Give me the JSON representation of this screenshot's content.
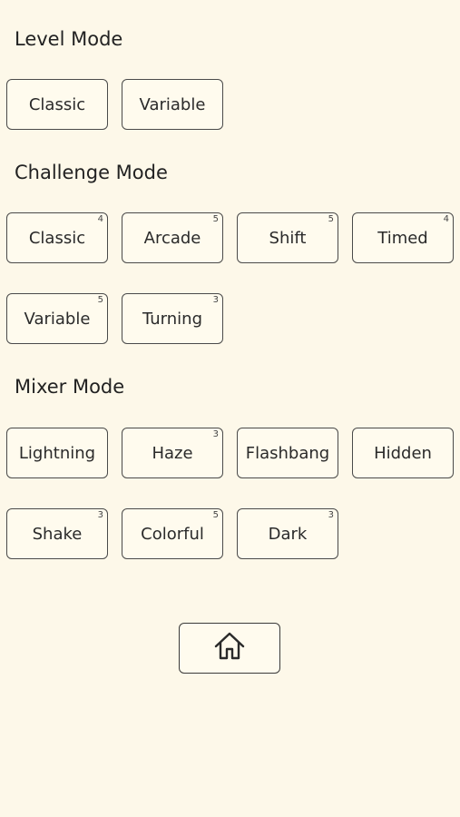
{
  "level_mode": {
    "title": "Level Mode",
    "buttons": [
      {
        "label": "Classic",
        "badge": ""
      },
      {
        "label": "Variable",
        "badge": ""
      }
    ]
  },
  "challenge_mode": {
    "title": "Challenge Mode",
    "buttons": [
      {
        "label": "Classic",
        "badge": "4"
      },
      {
        "label": "Arcade",
        "badge": "5"
      },
      {
        "label": "Shift",
        "badge": "5"
      },
      {
        "label": "Timed",
        "badge": "4"
      },
      {
        "label": "Variable",
        "badge": "5"
      },
      {
        "label": "Turning",
        "badge": "3"
      }
    ]
  },
  "mixer_mode": {
    "title": "Mixer Mode",
    "buttons": [
      {
        "label": "Lightning",
        "badge": ""
      },
      {
        "label": "Haze",
        "badge": "3"
      },
      {
        "label": "Flashbang",
        "badge": ""
      },
      {
        "label": "Hidden",
        "badge": ""
      },
      {
        "label": "Shake",
        "badge": "3"
      },
      {
        "label": "Colorful",
        "badge": "5"
      },
      {
        "label": "Dark",
        "badge": "3"
      }
    ]
  },
  "home": {
    "icon": "home-icon"
  },
  "colors": {
    "background": "#fdf8e9",
    "border": "#4a4a4a",
    "text": "#2a2a2a"
  }
}
